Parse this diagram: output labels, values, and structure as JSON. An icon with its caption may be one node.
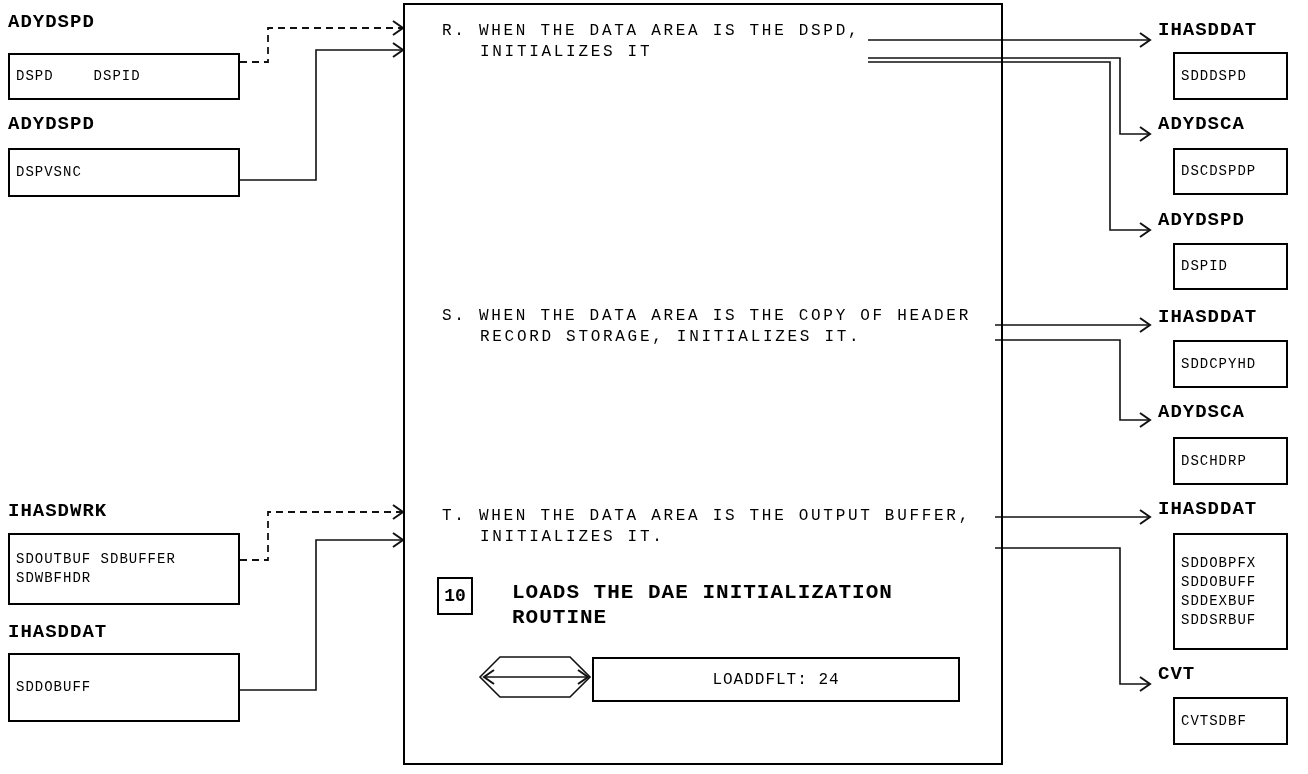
{
  "diagram": {
    "nodes": [
      {
        "text": [
          "ADYDSPD",
          "DSPD",
          "DSPID"
        ]
      },
      {
        "text": [
          "ADYDSPD",
          "DSPVSNC"
        ]
      },
      {
        "text": [
          "IHASDWRK",
          "SDOUTBUF SDBUFFER SDWBFHDR"
        ]
      },
      {
        "text": [
          "IHASDDAT",
          "SDDOBUFF"
        ]
      },
      {
        "text": [],
        "shape": "box"
      },
      {
        "text": [
          "R. WHEN THE DATA AREA IS THE DSPD, INITIALIZES IT"
        ],
        "in": 4
      },
      {
        "text": [
          "S. WHEN THE DATA AREA IS THE COPY OF HEADER RECORD STORAGE, INITIALIZES IT."
        ],
        "in": 4
      },
      {
        "text": [
          "T. WHEN THE DATA AREA IS THE OUTPUT BUFFER, INITIALIZES IT."
        ],
        "in": 4
      },
      {
        "text": [
          "10"
        ],
        "in": 4
      },
      {
        "text": [
          "LOADS THE DAE INITIALIZATION ROUTINE"
        ],
        "in": 4
      },
      {
        "text": [
          "LOADDFLT: 24"
        ],
        "in": 4
      },
      {
        "text": [
          "IHASDDAT",
          "SDDDSPD"
        ]
      },
      {
        "text": [
          "ADYDSCA",
          "DSCDSPDP"
        ]
      },
      {
        "text": [
          "ADYDSPD",
          "DSPID"
        ]
      },
      {
        "text": [
          "IHASDDAT",
          "SDDCPYHD"
        ]
      },
      {
        "text": [
          "ADYDSCA",
          "DSCHDRP"
        ]
      },
      {
        "text": [
          "IHASDDAT",
          "SDDOBPFX SDDOBUFF SDDEXBUF SDDSRBUF"
        ]
      },
      {
        "text": [
          "CVT",
          "CVTSDBF"
        ]
      }
    ],
    "edges": [
      {
        "from": 0,
        "to": 5,
        "arrow": "to",
        "style": "dashed"
      },
      {
        "from": 1,
        "to": 5,
        "arrow": "to"
      },
      {
        "from": 2,
        "to": 7,
        "arrow": "to",
        "style": "dashed"
      },
      {
        "from": 3,
        "to": 7,
        "arrow": "to"
      },
      {
        "from": 5,
        "to": 11,
        "arrow": "to"
      },
      {
        "from": 5,
        "to": 12,
        "arrow": "to"
      },
      {
        "from": 5,
        "to": 13,
        "arrow": "to"
      },
      {
        "from": 6,
        "to": 14,
        "arrow": "to"
      },
      {
        "from": 6,
        "to": 15,
        "arrow": "to"
      },
      {
        "from": 7,
        "to": 16,
        "arrow": "to"
      },
      {
        "from": 7,
        "to": 17,
        "arrow": "to"
      },
      {
        "from": null,
        "to": 10,
        "arrow": "both"
      }
    ]
  }
}
